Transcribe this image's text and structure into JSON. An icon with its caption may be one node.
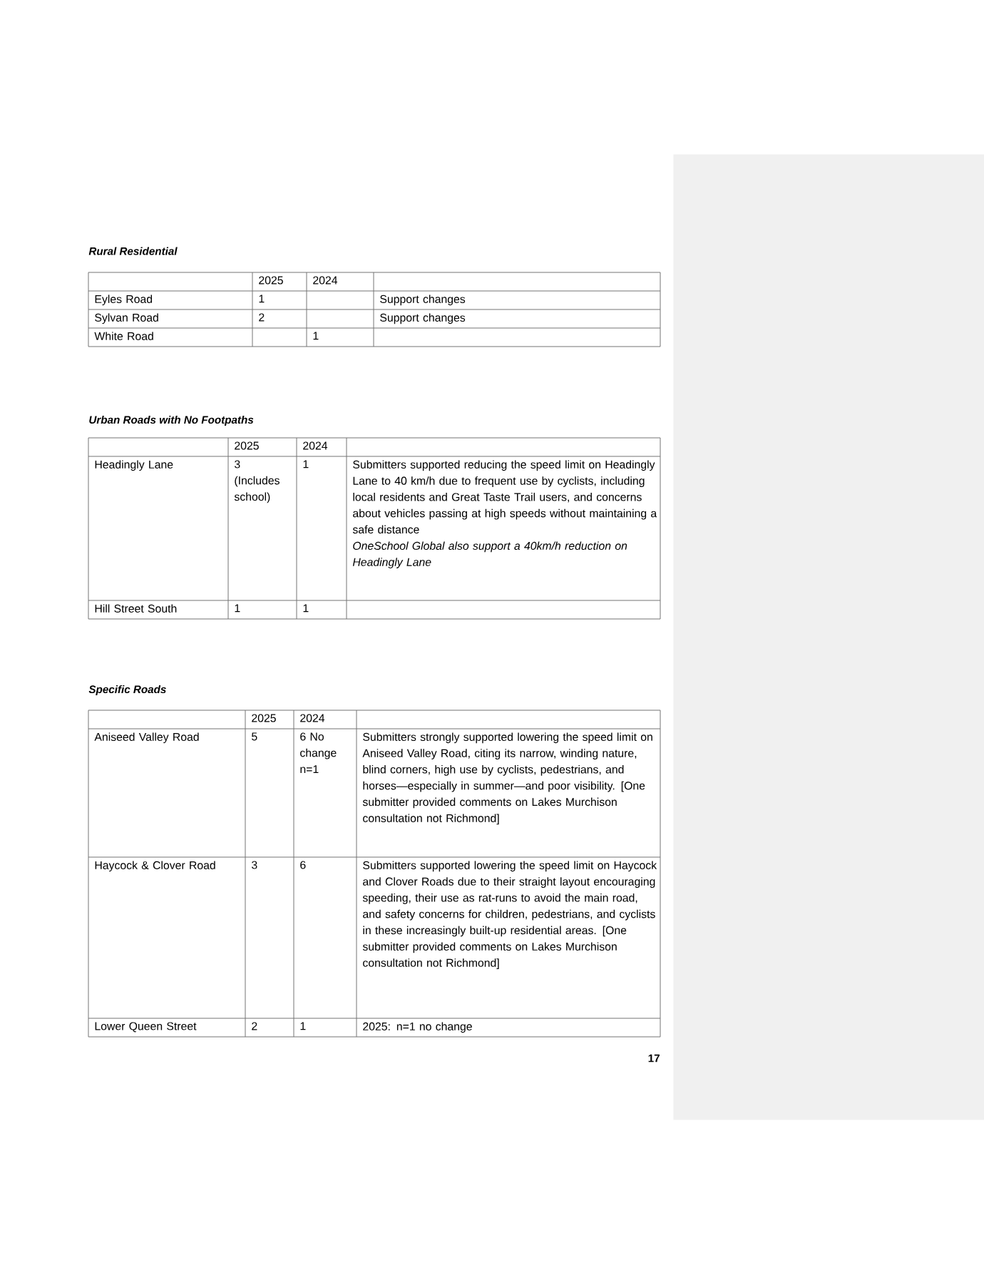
{
  "diagram": {
    "nodes": [
      {
        "text": [],
        "shape": "box"
      }
    ],
    "labels": [
      "Rural Residential",
      "2025",
      "2024",
      "Eyles Road",
      "1",
      "Support changes",
      "Sylvan Road",
      "2",
      "Support changes",
      "White Road",
      "1",
      "Urban Roads with No Footpaths",
      "2025",
      "2024",
      "Headingly Lane",
      "3 (Includes school)",
      "1",
      "Submitters supported reducing the speed limit on Headingly Lane to 40 km/h due to frequent use by cyclists, including local residents and Great Taste Trail users, and concerns about vehicles passing at high speeds without maintaining a safe distance",
      "OneSchool Global also support a 40km/h reduction on Headingly Lane",
      "Hill Street South",
      "1",
      "1",
      "Specific Roads",
      "2025",
      "2024",
      "Aniseed Valley Road",
      "5",
      "6 No change n=1",
      "Submitters strongly supported lowering the speed limit on Aniseed Valley Road, citing its narrow, winding nature, blind corners, high use by cyclists, pedestrians, and horses—especially in summer—and poor visibility. [One submitter provided comments on Lakes Murchison consultation not Richmond]",
      "Haycock & Clover Road",
      "3",
      "6",
      "Submitters supported lowering the speed limit on Haycock and Clover Roads due to their straight layout encouraging speeding, their use as rat-runs to avoid the main road, and safety concerns for children, pedestrians, and cyclists in these increasingly built-up residential areas. [One submitter provided comments on Lakes Murchison consultation not Richmond]",
      "Lower Queen Street",
      "2",
      "1",
      "2025: n=1 no change",
      "17"
    ]
  }
}
